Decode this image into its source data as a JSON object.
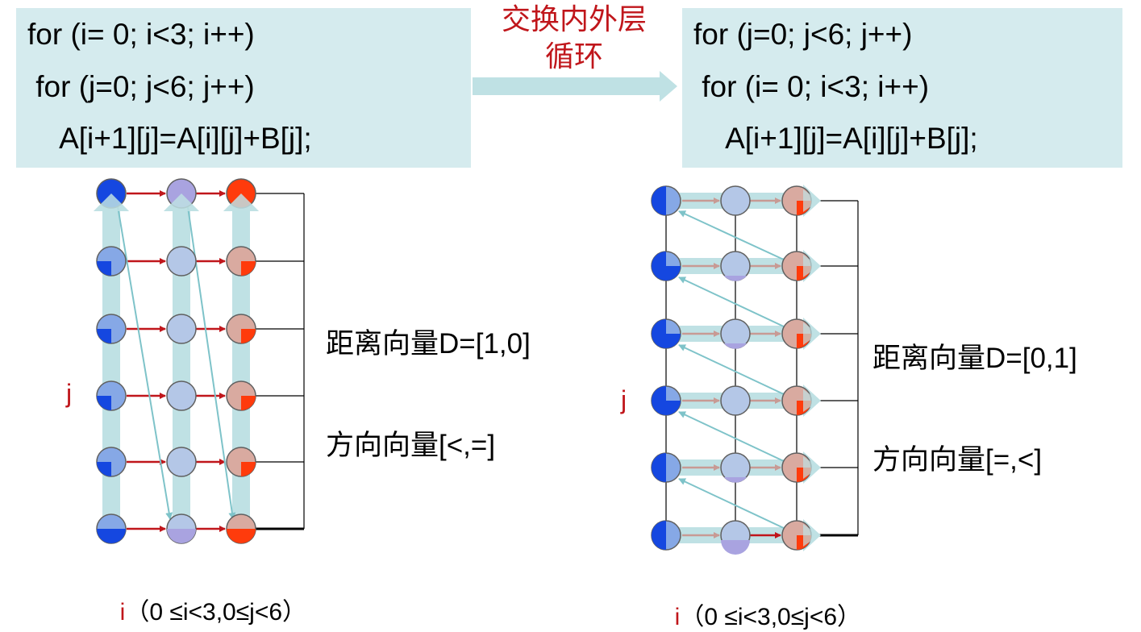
{
  "left": {
    "code": [
      "for (i= 0; i<3; i++)",
      " for (j=0; j<6; j++)",
      "    A[i+1][j]=A[i][j]+B[j];"
    ],
    "distance_vector": "距离向量D=[1,0]",
    "direction_vector": "方向向量[<,=]",
    "j_label": "j",
    "i_char": "i",
    "i_range": "（0 ≤i<3,0≤j<6）"
  },
  "right": {
    "code": [
      "for (j=0; j<6; j++)",
      " for (i= 0; i<3; i++)",
      "    A[i+1][j]=A[i][j]+B[j];"
    ],
    "distance_vector": "距离向量D=[0,1]",
    "direction_vector": "方向向量[=,<]",
    "j_label": "j",
    "i_char": "i",
    "i_range": "（0 ≤i<3,0≤j<6）"
  },
  "swap_label_line1": "交换内外层",
  "swap_label_line2": "循环",
  "colors": {
    "code_bg": "#d5ebee",
    "red": "#c0161b",
    "node_blue": "#1547e0",
    "node_blue_light": "#86a8e6",
    "node_mid": "#b4c7e7",
    "node_lavender": "#a9a3e0",
    "node_red": "#ff3b0c",
    "node_pink": "#d9aaa0",
    "path_teal": "#bfe1e4",
    "teal_line": "#7ec3c9"
  }
}
